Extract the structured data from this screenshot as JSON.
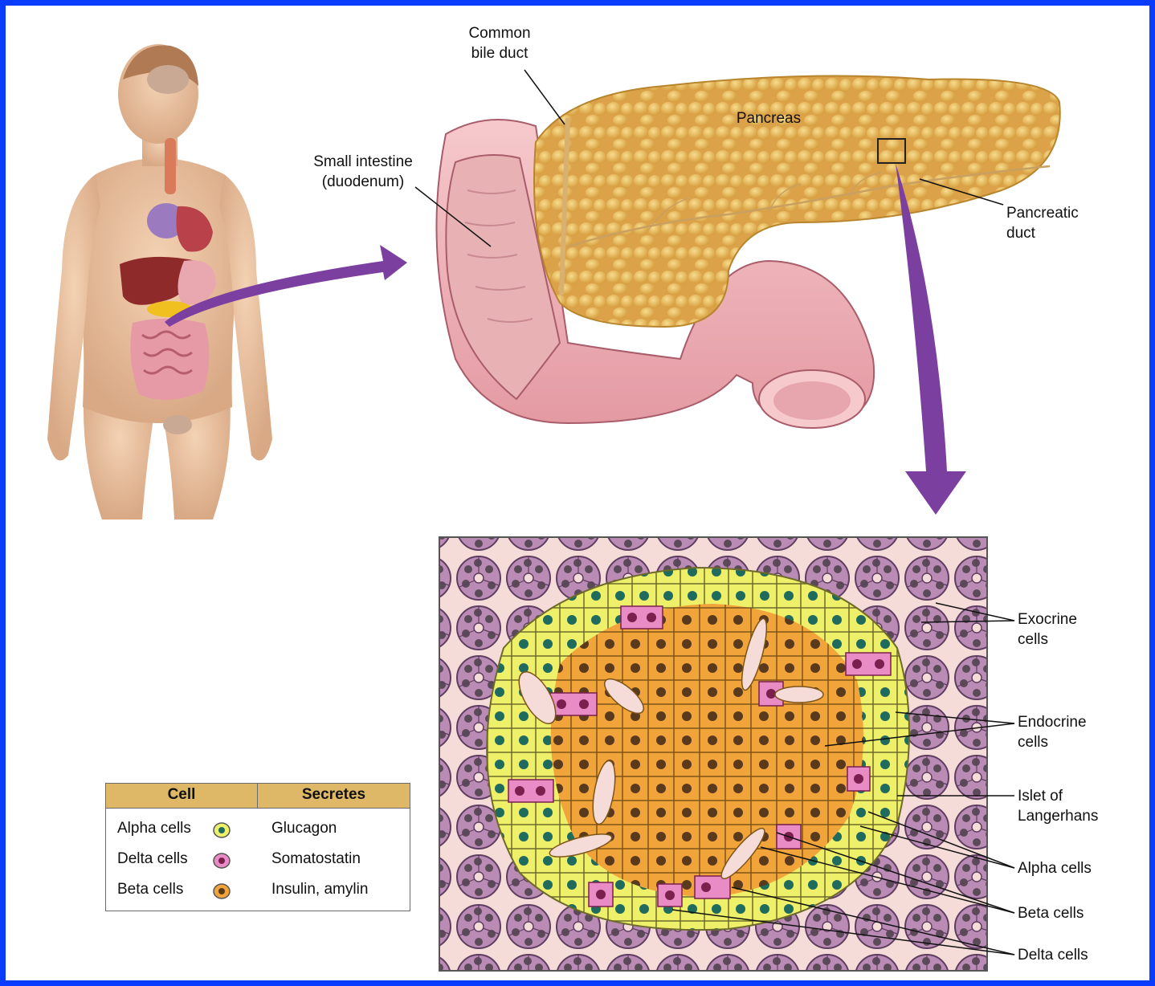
{
  "labels": {
    "common_bile_duct": "Common\nbile duct",
    "pancreas": "Pancreas",
    "small_intestine": "Small intestine\n(duodenum)",
    "pancreatic_duct": "Pancreatic\nduct",
    "exocrine_cells": "Exocrine\ncells",
    "endocrine_cells": "Endocrine\ncells",
    "islet": "Islet of\nLangerhans",
    "alpha_cells": "Alpha cells",
    "beta_cells": "Beta cells",
    "delta_cells": "Delta cells"
  },
  "legend": {
    "headers": [
      "Cell",
      "Secretes"
    ],
    "rows": [
      {
        "cell": "Alpha cells",
        "secretes": "Glucagon",
        "swatch": "alpha"
      },
      {
        "cell": "Delta cells",
        "secretes": "Somatostatin",
        "swatch": "delta"
      },
      {
        "cell": "Beta cells",
        "secretes": "Insulin, amylin",
        "swatch": "beta"
      }
    ]
  },
  "colors": {
    "frame": "#0a3cff",
    "arrow": "#7b3fa0",
    "alpha_cell": "#eef06a",
    "alpha_nucleus": "#1f6b5e",
    "delta_cell": "#e98bc4",
    "delta_nucleus": "#7a1f4e",
    "beta_cell": "#f0a43a",
    "beta_nucleus": "#5a3a1c",
    "exocrine": "#b98bb5",
    "tissue_bg": "#f6dcd8",
    "pancreas": "#e2b450",
    "intestine": "#f2b8bd"
  }
}
